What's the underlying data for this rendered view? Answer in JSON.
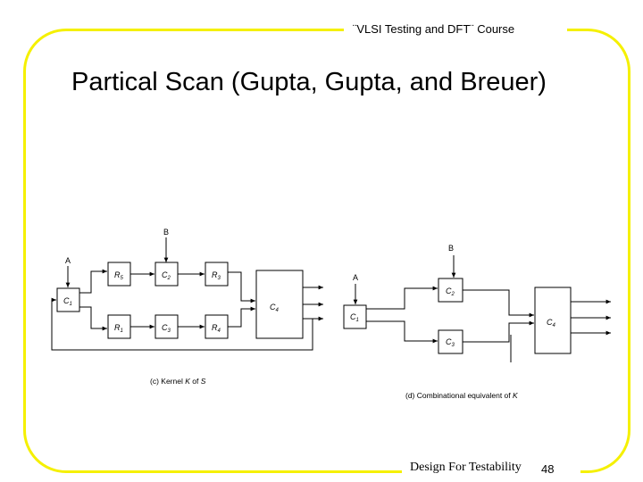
{
  "header": {
    "course": "¨VLSI Testing and DFT¨ Course"
  },
  "slide": {
    "title": "Partical Scan (Gupta, Gupta, and Breuer)"
  },
  "footer": {
    "text": "Design For Testability",
    "page": "48"
  },
  "diagram_c": {
    "label_B": "B",
    "label_A": "A",
    "label_C1": "C",
    "label_C1_sub": "1",
    "label_R5": "R",
    "label_R5_sub": "5",
    "label_C2": "C",
    "label_C2_sub": "2",
    "label_R3": "R",
    "label_R3_sub": "3",
    "label_R1": "R",
    "label_R1_sub": "1",
    "label_C3": "C",
    "label_C3_sub": "3",
    "label_R4": "R",
    "label_R4_sub": "4",
    "label_C4": "C",
    "label_C4_sub": "4",
    "caption_a": "(c) Kernel ",
    "caption_b": "K",
    "caption_c": " of ",
    "caption_d": "S"
  },
  "diagram_d": {
    "label_B": "B",
    "label_A": "A",
    "label_C1": "C",
    "label_C1_sub": "1",
    "label_C2": "C",
    "label_C2_sub": "2",
    "label_C3": "C",
    "label_C3_sub": "3",
    "label_C4": "C",
    "label_C4_sub": "4",
    "caption_a": "(d) Combinational equivalent of ",
    "caption_b": "K"
  }
}
